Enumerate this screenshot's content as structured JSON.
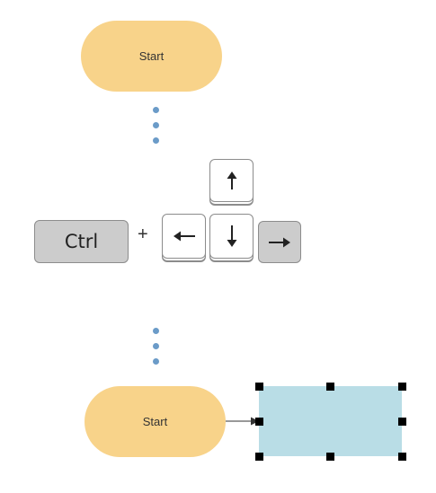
{
  "diagram": {
    "top_terminator": {
      "label": "Start",
      "color": "#f8d38a"
    },
    "bottom_terminator": {
      "label": "Start",
      "color": "#f8d38a"
    },
    "ellipsis_color": "#6b9bc8",
    "shortcut": {
      "modifier_key": "Ctrl",
      "plus": "+",
      "arrow_keys": [
        "arrow-up",
        "arrow-left",
        "arrow-down",
        "arrow-right"
      ],
      "pressed_key": "arrow-right"
    },
    "new_shape": {
      "type": "process",
      "color": "#b9dde6",
      "selected": true
    }
  }
}
